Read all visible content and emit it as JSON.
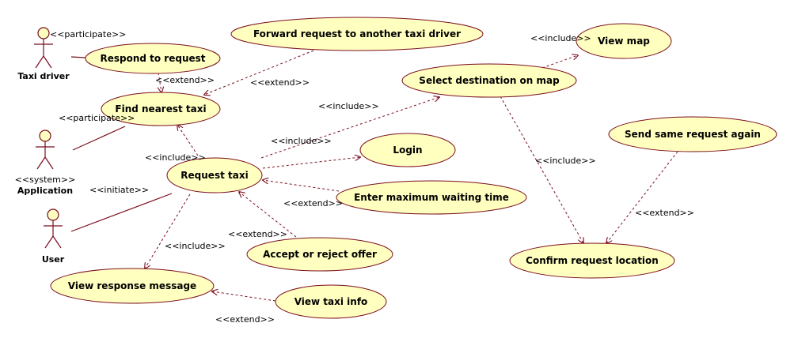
{
  "colors": {
    "usecase_fill": "#ffffc0",
    "usecase_stroke": "#7b0d1e",
    "line": "#7b0d1e",
    "actor_fill": "#ffffc0"
  },
  "actors": {
    "taxi_driver": {
      "name": "Taxi driver",
      "stereotype": ""
    },
    "application": {
      "name": "Application",
      "stereotype": "<<system>>"
    },
    "user": {
      "name": "User",
      "stereotype": ""
    }
  },
  "use_cases": {
    "respond": "Respond to request",
    "forward": "Forward request to another taxi driver",
    "find_nearest": "Find nearest taxi",
    "select_dest": "Select destination on map",
    "view_map": "View map",
    "login": "Login",
    "request_taxi": "Request taxi",
    "max_wait": "Enter maximum waiting time",
    "send_again": "Send same request again",
    "accept_reject": "Accept or reject offer",
    "confirm_loc": "Confirm request location",
    "view_response": "View response message",
    "view_taxi_info": "View taxi info"
  },
  "labels": {
    "driver_participate": "<<participate>>",
    "app_participate": "<<participate>>",
    "user_initiate": "<<initiate>>",
    "extend_respond_find": "<<extend>>",
    "extend_forward_find": "<<extend>>",
    "include_request_find": "<<include>>",
    "include_request_select_top": "<<include>>",
    "include_request_select_mid": "<<include>>",
    "include_select_viewmap": "<<include>>",
    "include_select_confirm": "<<include>>",
    "extend_maxwait": "<<extend>>",
    "extend_accept": "<<extend>>",
    "include_request_viewresp": "<<include>>",
    "extend_taxiinfo": "<<extend>>",
    "extend_sendagain": "<<extend>>"
  }
}
